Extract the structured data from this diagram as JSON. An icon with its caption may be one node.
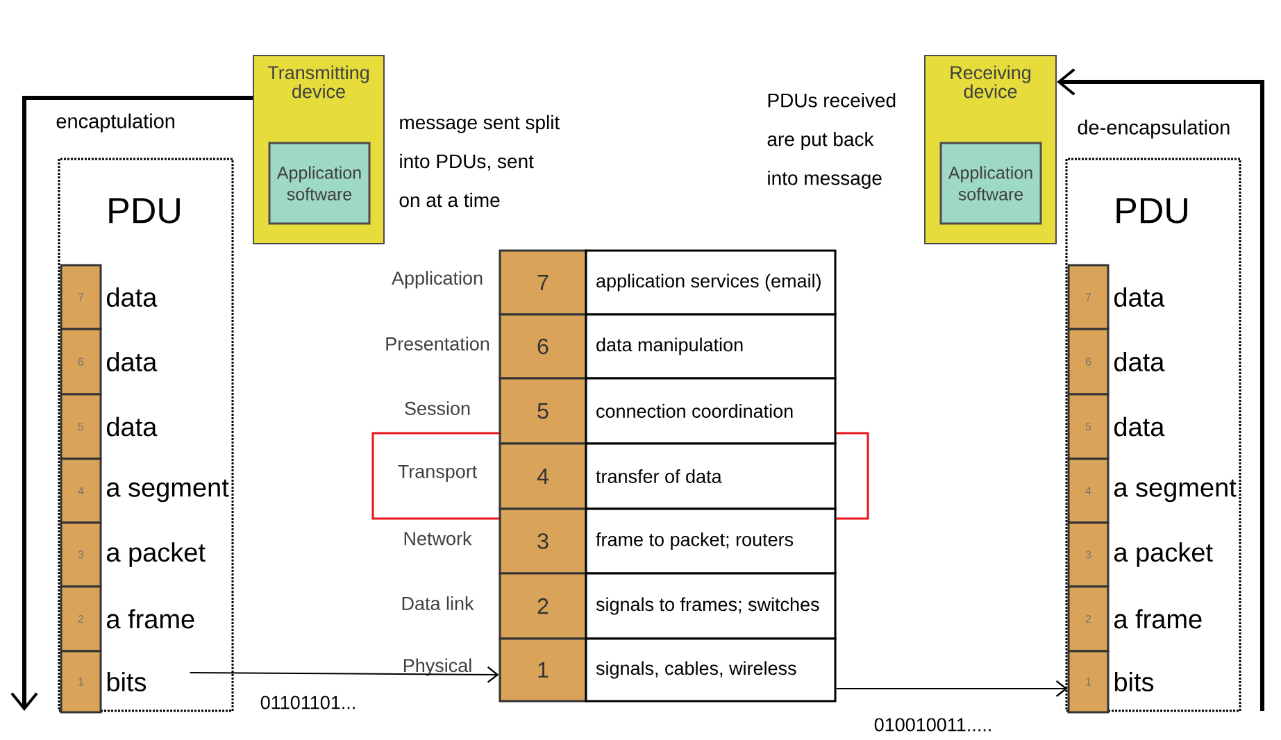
{
  "diagram": {
    "nodes": [
      {
        "text": [
          "Transmitting device"
        ]
      },
      {
        "text": [
          "Application software"
        ],
        "in": 0
      },
      {
        "text": [
          "Receiving device"
        ]
      },
      {
        "text": [
          "Application software"
        ],
        "in": 2
      },
      {
        "text": [
          "PDU"
        ]
      },
      {
        "text": [
          "7"
        ],
        "beside": [
          "data"
        ],
        "in": 4
      },
      {
        "text": [
          "6"
        ],
        "beside": [
          "data"
        ],
        "in": 4
      },
      {
        "text": [
          "5"
        ],
        "beside": [
          "data"
        ],
        "in": 4
      },
      {
        "text": [
          "4"
        ],
        "beside": [
          "a segment"
        ],
        "in": 4
      },
      {
        "text": [
          "3"
        ],
        "beside": [
          "a packet"
        ],
        "in": 4
      },
      {
        "text": [
          "2"
        ],
        "beside": [
          "a frame"
        ],
        "in": 4
      },
      {
        "text": [
          "1"
        ],
        "beside": [
          "bits"
        ],
        "in": 4
      },
      {
        "text": [
          "7"
        ],
        "beside": [
          "Application"
        ]
      },
      {
        "text": [
          "6"
        ],
        "beside": [
          "Presentation"
        ]
      },
      {
        "text": [
          "5"
        ],
        "beside": [
          "Session"
        ]
      },
      {
        "text": [
          "4"
        ],
        "beside": [
          "Transport"
        ]
      },
      {
        "text": [
          "3"
        ],
        "beside": [
          "Network"
        ]
      },
      {
        "text": [
          "2"
        ],
        "beside": [
          "Data link"
        ]
      },
      {
        "text": [
          "1"
        ],
        "beside": [
          "Physical"
        ]
      },
      {
        "text": [
          "application services (email)"
        ]
      },
      {
        "text": [
          "data manipulation"
        ]
      },
      {
        "text": [
          "connection coordination"
        ]
      },
      {
        "text": [
          "transfer of data"
        ]
      },
      {
        "text": [
          "frame to packet; routers"
        ]
      },
      {
        "text": [
          "signals to frames; switches"
        ]
      },
      {
        "text": [
          "signals, cables, wireless"
        ]
      },
      {
        "text": [
          "PDU"
        ]
      },
      {
        "text": [
          "7"
        ],
        "beside": [
          "data"
        ],
        "in": 26
      },
      {
        "text": [
          "6"
        ],
        "beside": [
          "data"
        ],
        "in": 26
      },
      {
        "text": [
          "5"
        ],
        "beside": [
          "data"
        ],
        "in": 26
      },
      {
        "text": [
          "4"
        ],
        "beside": [
          "a segment"
        ],
        "in": 26
      },
      {
        "text": [
          "3"
        ],
        "beside": [
          "a packet"
        ],
        "in": 26
      },
      {
        "text": [
          "2"
        ],
        "beside": [
          "a frame"
        ],
        "in": 26
      },
      {
        "text": [
          "1"
        ],
        "beside": [
          "bits"
        ],
        "in": 26
      }
    ],
    "edges": [
      {
        "from": 0,
        "to": null,
        "arrow": "to",
        "style": "thick"
      },
      {
        "from": 11,
        "to": 18,
        "arrow": "to",
        "label": "01101101..."
      },
      {
        "from": 25,
        "to": 33,
        "arrow": "to",
        "label": "010010011....."
      },
      {
        "from": null,
        "to": 2,
        "arrow": "to",
        "style": "thick"
      }
    ],
    "labels": [
      "encaptulation",
      "message sent split into PDUs, sent on at a time",
      "PDUs received are put back into message",
      "de-encapsulation"
    ]
  }
}
